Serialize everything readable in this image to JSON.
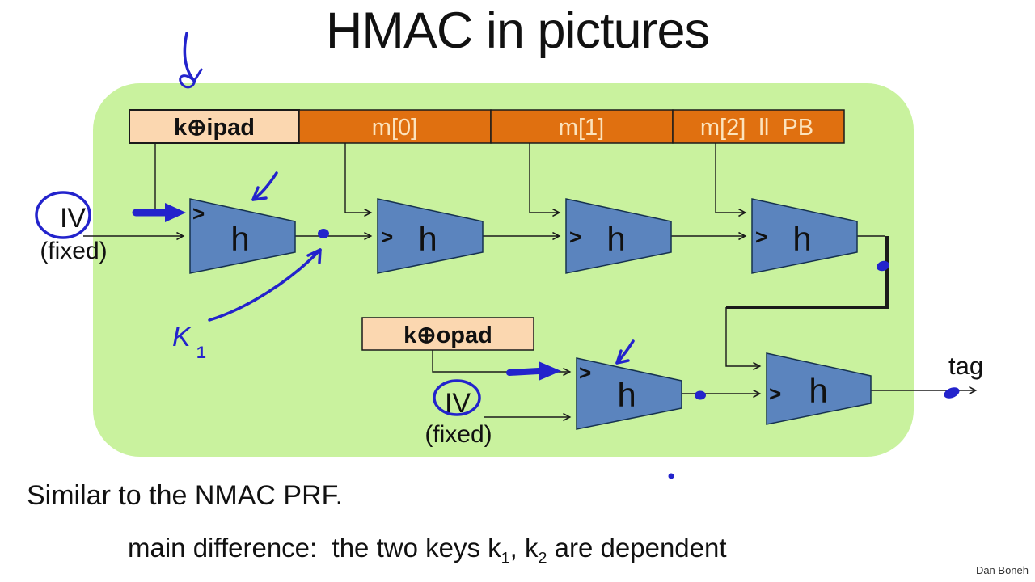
{
  "title": "HMAC in pictures",
  "diagram": {
    "blocks": {
      "ipad": "k⊕ipad",
      "m0": "m[0]",
      "m1": "m[1]",
      "m2": "m[2]  ll  PB",
      "opad": "k⊕opad"
    },
    "h_label": "h",
    "chevron": ">",
    "iv_top": {
      "label": "IV",
      "note": "(fixed)"
    },
    "iv_bottom": {
      "label": "IV",
      "note": "(fixed)"
    },
    "tag": "tag",
    "pen": {
      "k1_main": "K",
      "k1_sub": "1"
    }
  },
  "notes": {
    "line1": "Similar to the NMAC PRF.",
    "line2": {
      "pre": "main difference:  the two keys k",
      "sub1": "1",
      "mid": ", k",
      "sub2": "2",
      "post": " are dependent"
    }
  },
  "credit": "Dan Boneh",
  "colors": {
    "panel_green": "#c9f29e",
    "block_orange": "#e07010",
    "block_peach": "#fbd7b0",
    "orange_text": "#fce3bd",
    "h_blue": "#5b84be",
    "pen_blue": "#2323cc",
    "line_black": "#1a1a1a"
  }
}
